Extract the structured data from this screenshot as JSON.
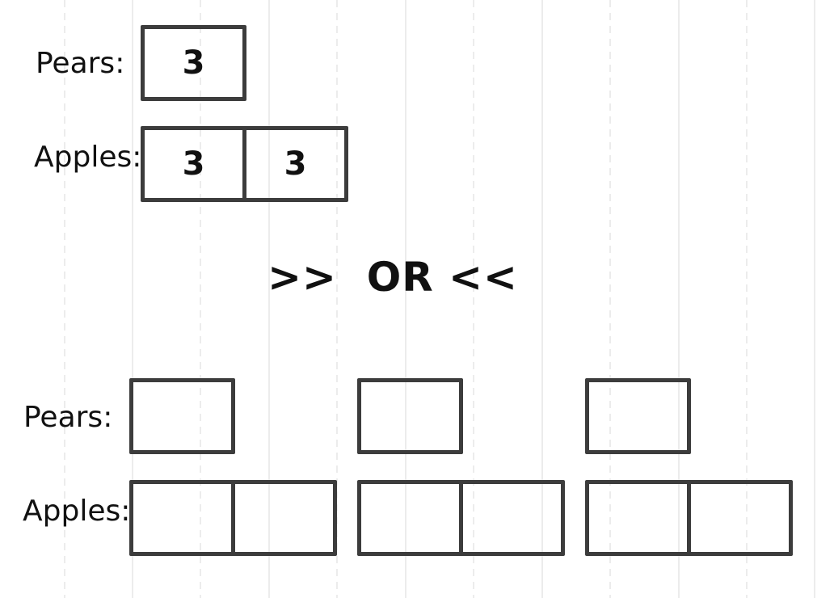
{
  "top_model": {
    "pears_label": "Pears:",
    "apples_label": "Apples:",
    "pears_value": "3",
    "apples_values": [
      "3",
      "3"
    ]
  },
  "separator": ">>  OR <<",
  "bottom_model": {
    "pears_label": "Pears:",
    "apples_label": "Apples:"
  }
}
